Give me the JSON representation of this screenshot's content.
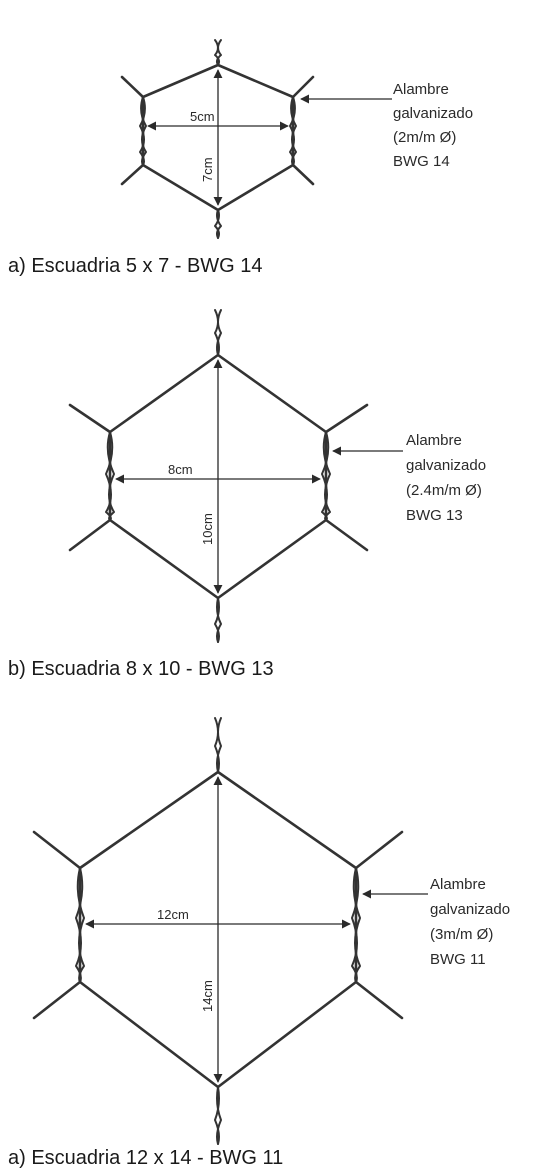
{
  "figures": [
    {
      "width_label": "5cm",
      "height_label": "7cm",
      "note": [
        "Alambre",
        "galvanizado",
        "(2m/m Ø)",
        "BWG 14"
      ],
      "caption": "a) Escuadria 5 x 7 - BWG 14"
    },
    {
      "width_label": "8cm",
      "height_label": "10cm",
      "note": [
        "Alambre",
        "galvanizado",
        "(2.4m/m Ø)",
        "BWG 13"
      ],
      "caption": "b) Escuadria 8 x 10 - BWG 13"
    },
    {
      "width_label": "12cm",
      "height_label": "14cm",
      "note": [
        "Alambre",
        "galvanizado",
        "(3m/m Ø)",
        "BWG 11"
      ],
      "caption": "a) Escuadria 12 x 14 - BWG 11"
    }
  ]
}
